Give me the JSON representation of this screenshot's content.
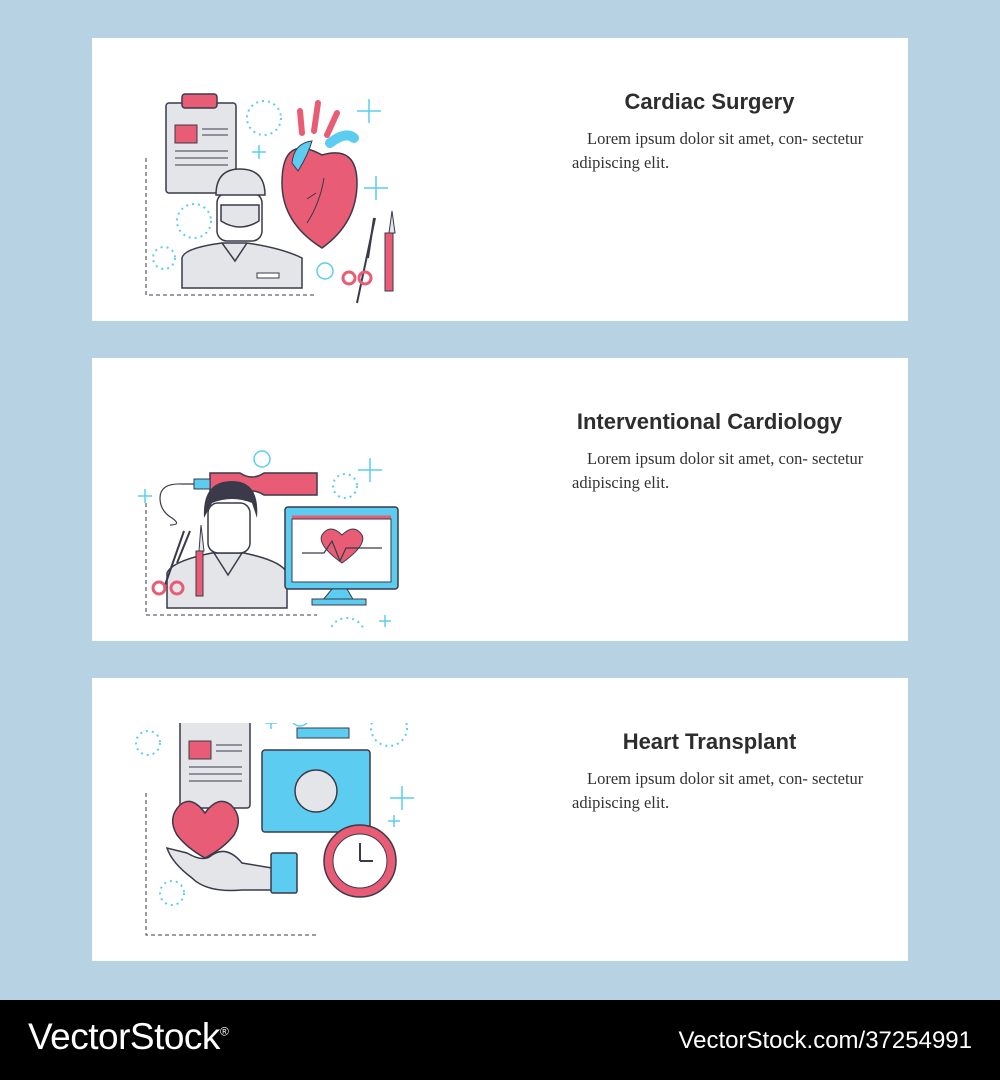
{
  "colors": {
    "background": "#b7d3e3",
    "card": "#ffffff",
    "accent_red": "#e85d75",
    "accent_blue": "#5ccdf0",
    "outline": "#3a3a4a",
    "neutral_gray": "#e4e5e8"
  },
  "banners": [
    {
      "title": "Cardiac Surgery",
      "description": "Lorem ipsum dolor sit amet, con- sectetur adipiscing elit.",
      "illustration_icons": [
        "clipboard-icon",
        "surgeon-icon",
        "heart-organ-icon",
        "scissors-icon",
        "scalpel-icon"
      ]
    },
    {
      "title": "Interventional Cardiology",
      "description": "Lorem ipsum dolor sit amet, con- sectetur adipiscing elit.",
      "illustration_icons": [
        "catheter-icon",
        "doctor-icon",
        "monitor-heart-icon",
        "scissors-icon",
        "scalpel-icon"
      ]
    },
    {
      "title": "Heart Transplant",
      "description": "Lorem ipsum dolor sit amet, con- sectetur adipiscing elit.",
      "illustration_icons": [
        "clipboard-icon",
        "medical-case-icon",
        "heart-icon",
        "hand-icon",
        "clock-icon"
      ]
    }
  ],
  "footer": {
    "logo": "VectorStock",
    "logo_mark": "®",
    "url": "VectorStock.com/37254991"
  }
}
